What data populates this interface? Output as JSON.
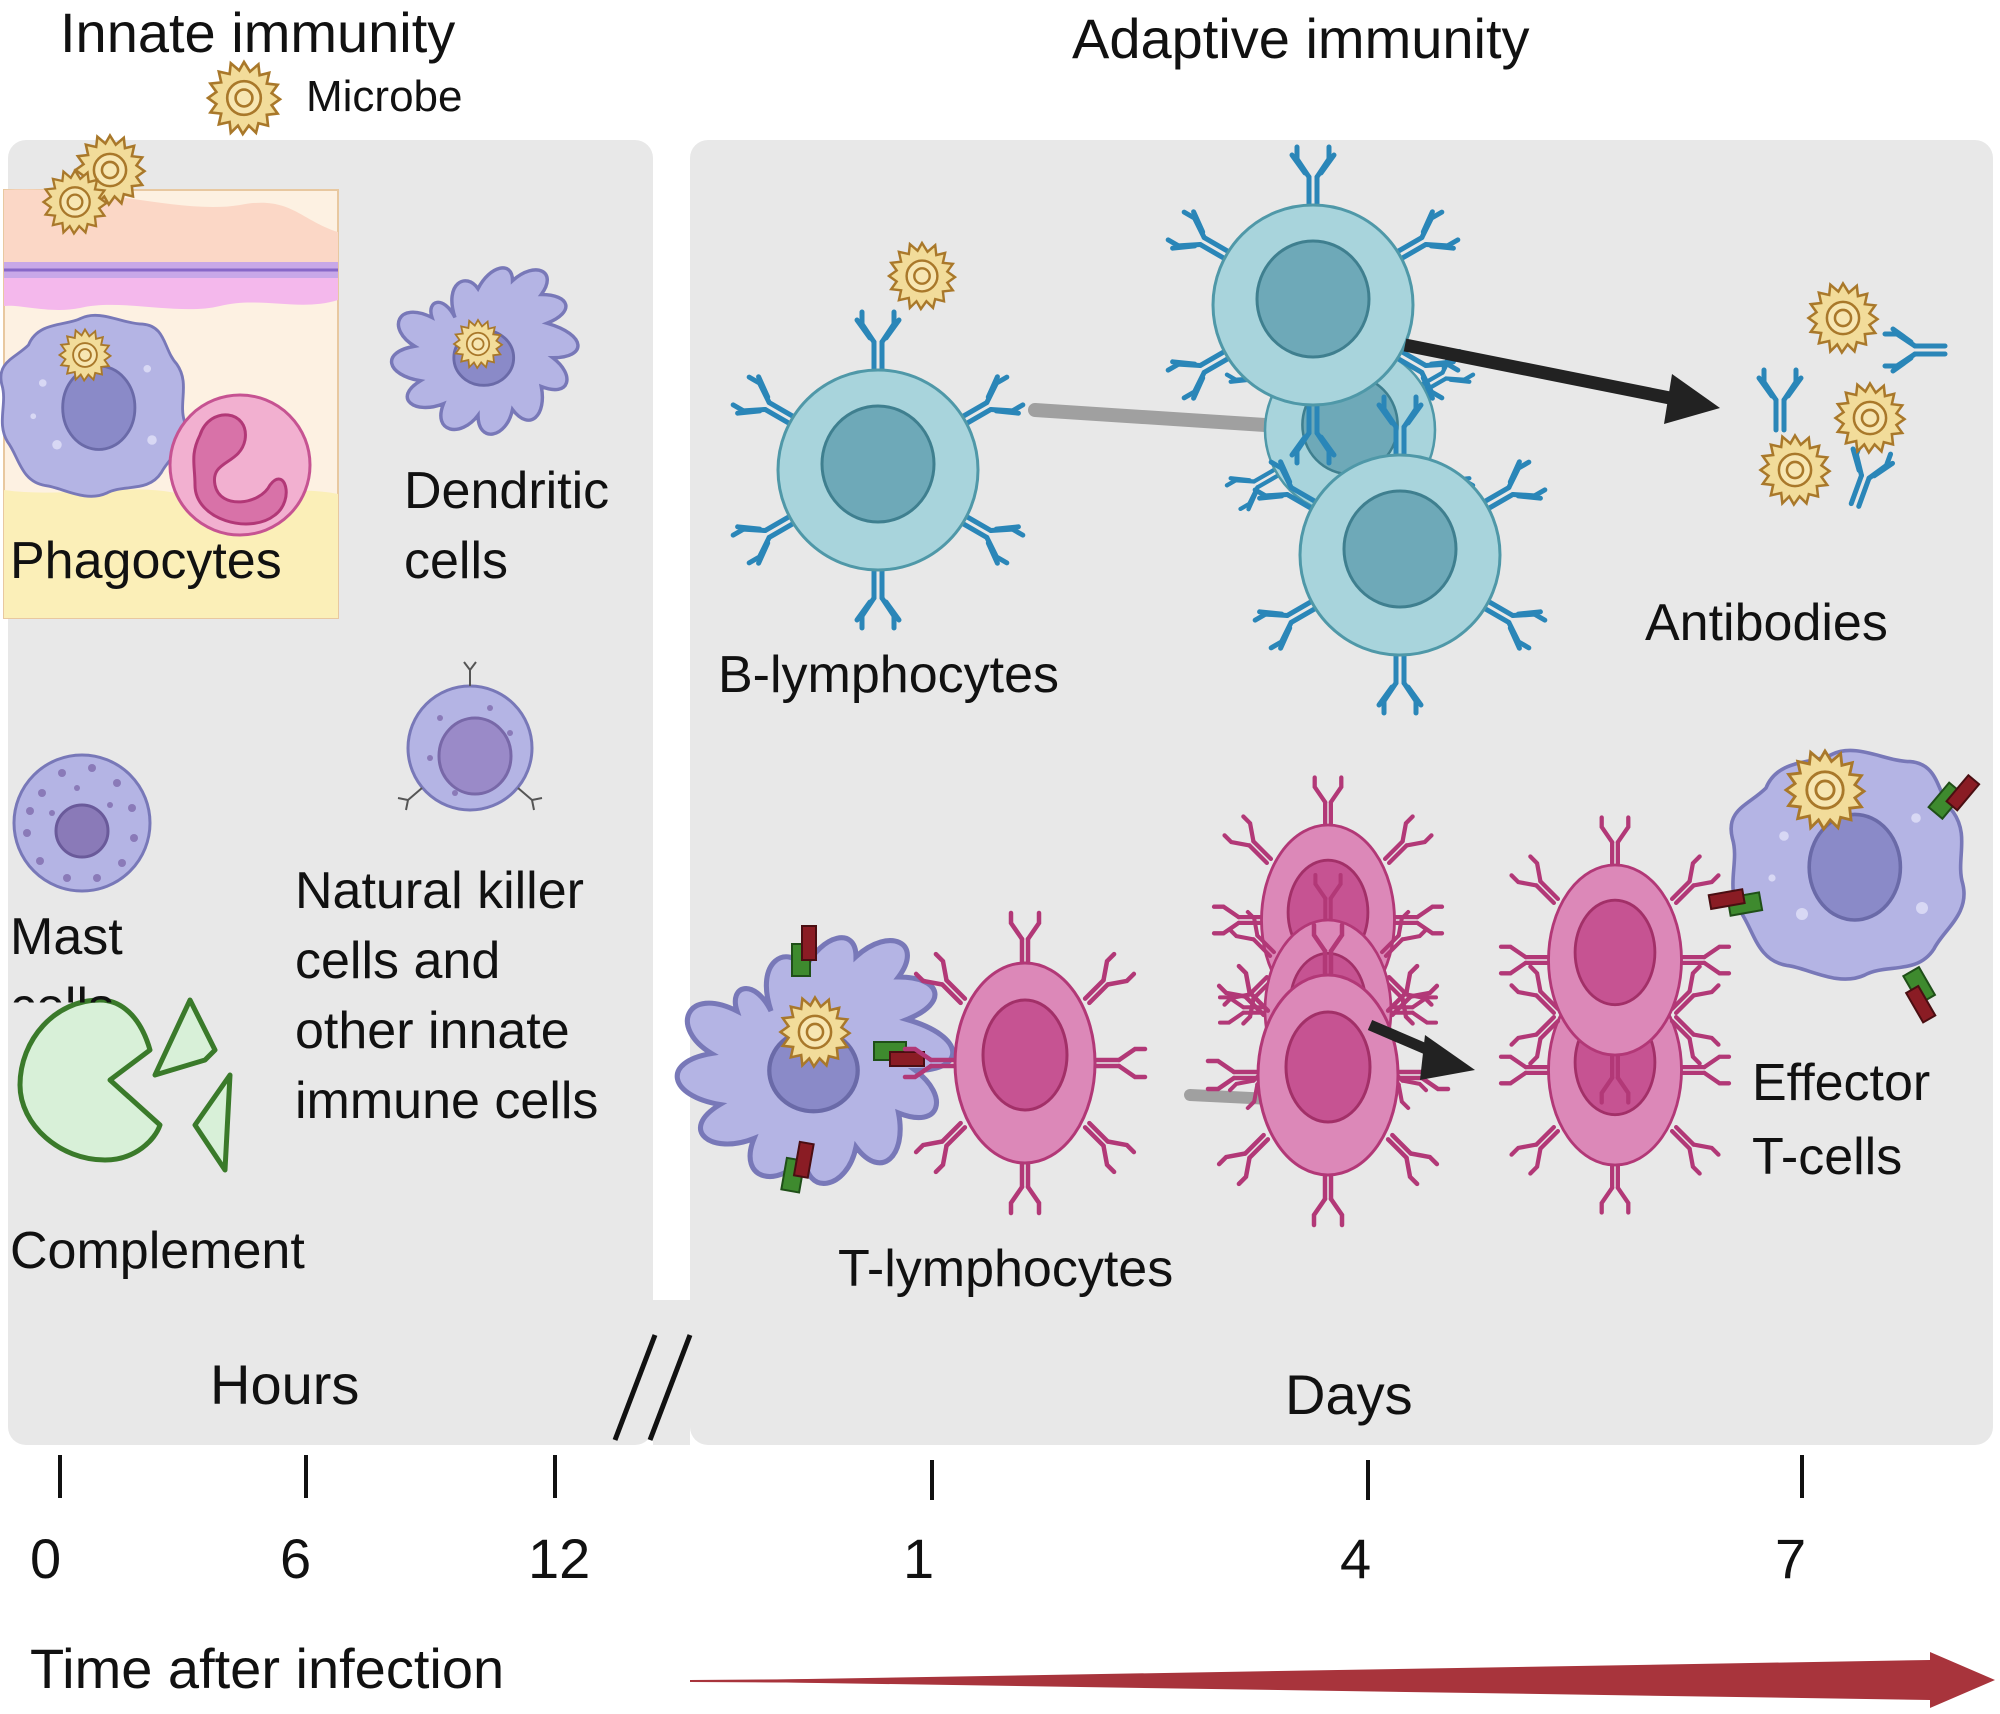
{
  "headings": {
    "innate": "Innate immunity",
    "adaptive": "Adaptive immunity",
    "microbe_legend": "Microbe"
  },
  "innate_labels": {
    "phagocytes": "Phagocytes",
    "dendritic_line1": "Dendritic",
    "dendritic_line2": "cells",
    "mast_line1": "Mast",
    "mast_line2": "cells",
    "nk_line1": "Natural killer",
    "nk_line2": "cells and",
    "nk_line3": "other innate",
    "nk_line4": "immune cells",
    "complement": "Complement"
  },
  "adaptive_labels": {
    "b_lymphocytes": "B-lymphocytes",
    "antibodies": "Antibodies",
    "t_lymphocytes": "T-lymphocytes",
    "effector_line1": "Effector",
    "effector_line2": "T-cells"
  },
  "timeline": {
    "hours_label": "Hours",
    "days_label": "Days",
    "axis_label": "Time after infection",
    "ticks": [
      "0",
      "6",
      "12",
      "1",
      "4",
      "7"
    ]
  },
  "colors": {
    "panel": "#e8e8e8",
    "b_cell": "#a8d4dc",
    "b_nucleus": "#6ea9b8",
    "antibody_blue": "#2a86b8",
    "t_cell": "#dc88b8",
    "t_nucleus": "#c65392",
    "receptor_magenta": "#b23877",
    "phagocyte": "#b4b4e4",
    "microbe": "#d9a442",
    "complement_fill": "#d8f0d8",
    "complement_stroke": "#3a7a2a",
    "mhc_red": "#8a1c24",
    "timeline_arrow": "#a8343c"
  }
}
